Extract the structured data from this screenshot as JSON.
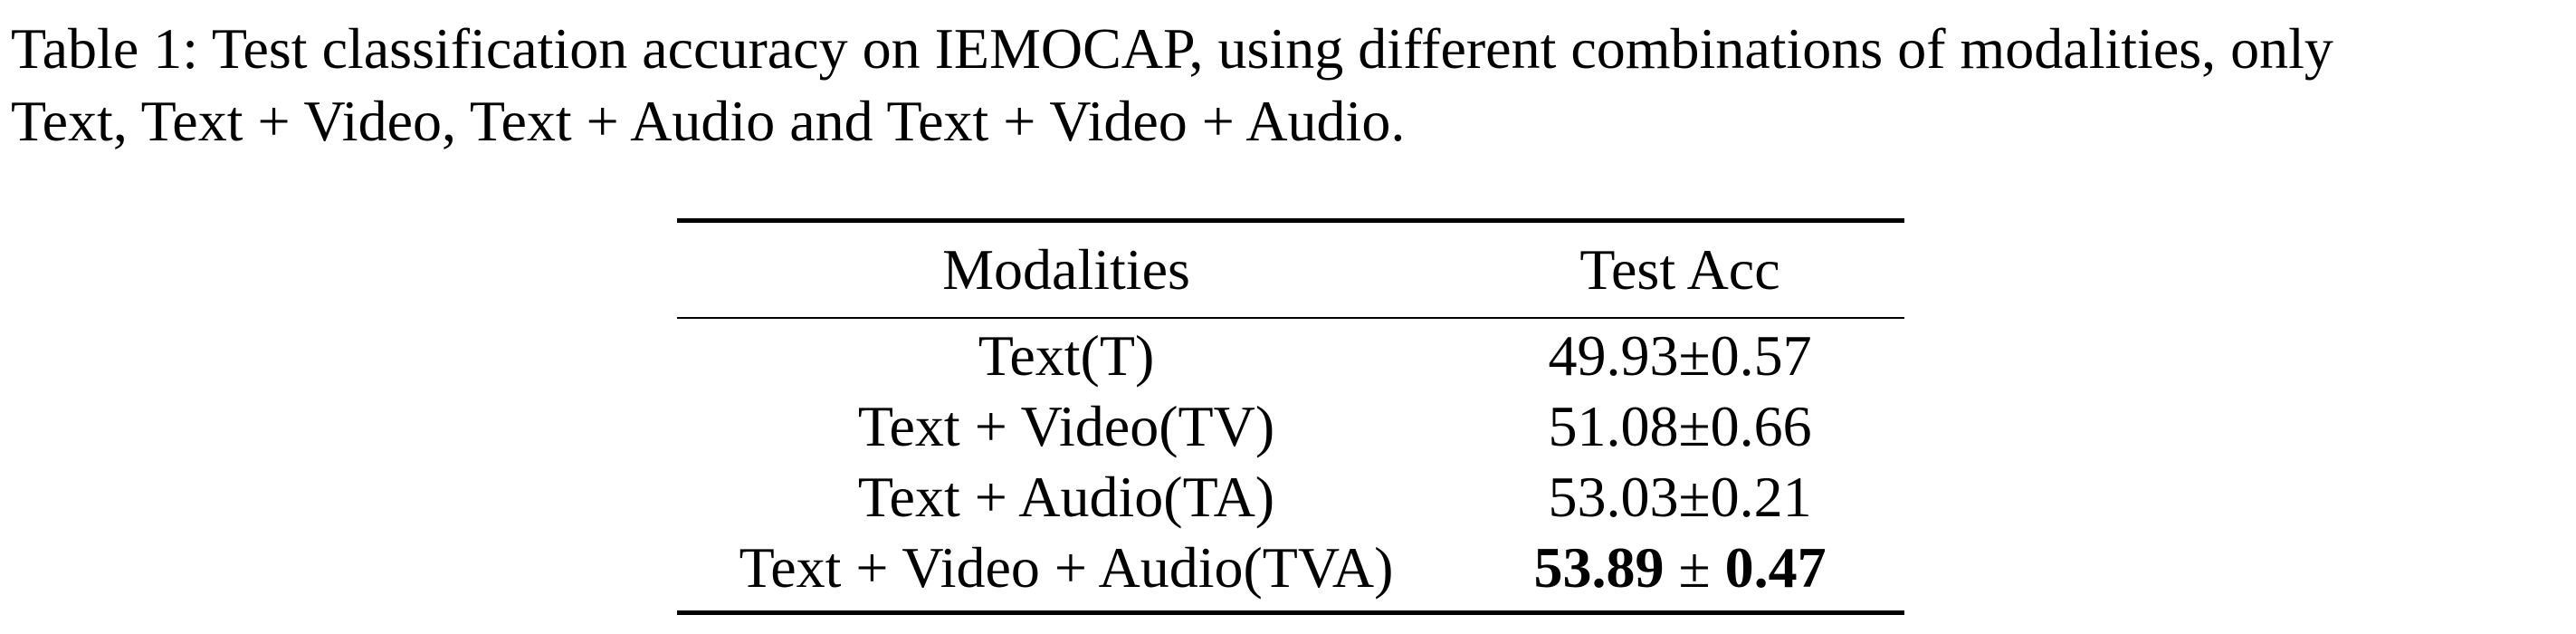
{
  "caption": {
    "line1": "Table 1: Test classification accuracy on IEMOCAP, using different combinations of modalities, only",
    "line2": "Text, Text + Video, Text + Audio and Text + Video + Audio."
  },
  "table": {
    "headers": [
      "Modalities",
      "Test Acc"
    ],
    "rows": [
      {
        "modality": "Text(T)",
        "acc": "49.93±0.57",
        "best": false
      },
      {
        "modality": "Text + Video(TV)",
        "acc": "51.08±0.66",
        "best": false
      },
      {
        "modality": "Text + Audio(TA)",
        "acc": "53.03±0.21",
        "best": false
      },
      {
        "modality": "Text + Video + Audio(TVA)",
        "acc_value": "53.89",
        "acc_pm": " ± ",
        "acc_err": "0.47",
        "best": true
      }
    ]
  }
}
